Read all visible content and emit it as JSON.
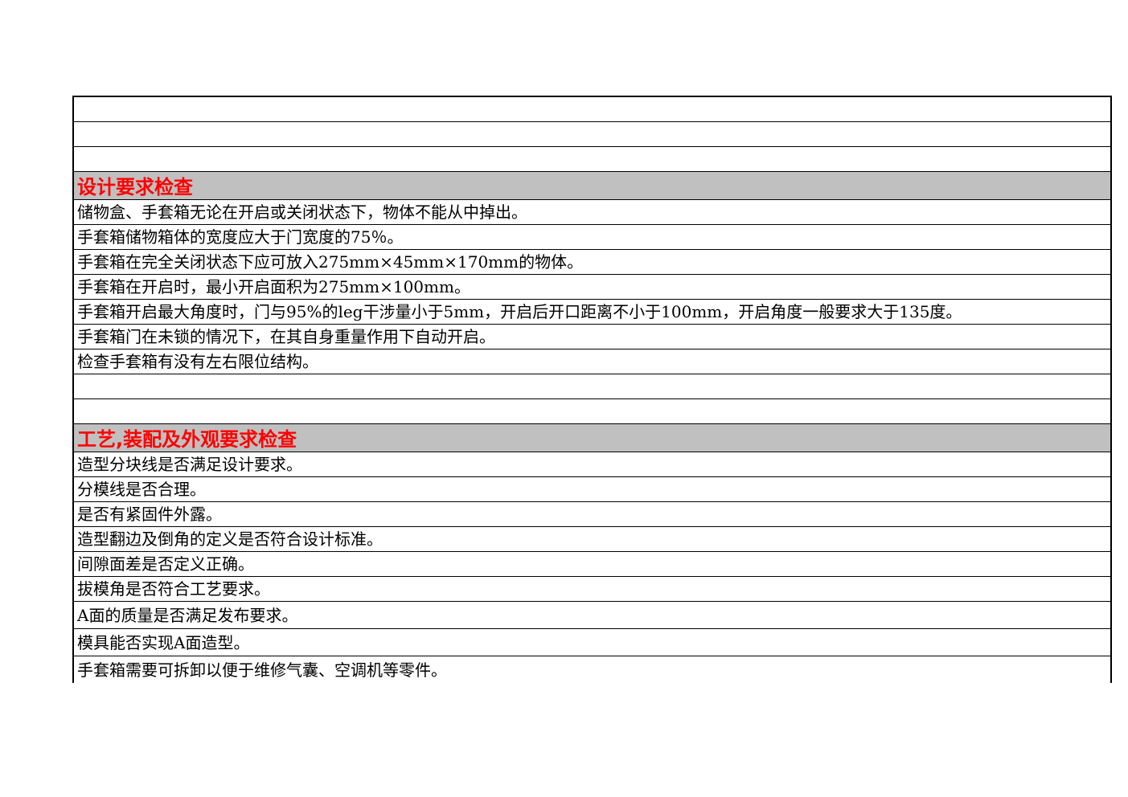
{
  "sections": [
    {
      "title": "设计要求检查",
      "items": [
        "储物盒、手套箱无论在开启或关闭状态下，物体不能从中掉出。",
        "手套箱储物箱体的宽度应大于门宽度的75％。",
        "手套箱在完全关闭状态下应可放入275mm×45mm×170mm的物体。",
        "手套箱在开启时，最小开启面积为275mm×100mm。",
        "手套箱开启最大角度时，门与95%的leg干涉量小于5mm，开启后开口距离不小于100mm，开启角度一般要求大于135度。",
        "手套箱门在未锁的情况下，在其自身重量作用下自动开启。",
        "检查手套箱有没有左右限位结构。"
      ]
    },
    {
      "title": "工艺,装配及外观要求检查",
      "items": [
        "造型分块线是否满足设计要求。",
        "分模线是否合理。",
        "是否有紧固件外露。",
        "造型翻边及倒角的定义是否符合设计标准。",
        "间隙面差是否定义正确。",
        "拔模角是否符合工艺要求。",
        "A面的质量是否满足发布要求。",
        "模具能否实现A面造型。",
        "手套箱需要可拆卸以便于维修气囊、空调机等零件。"
      ]
    }
  ]
}
